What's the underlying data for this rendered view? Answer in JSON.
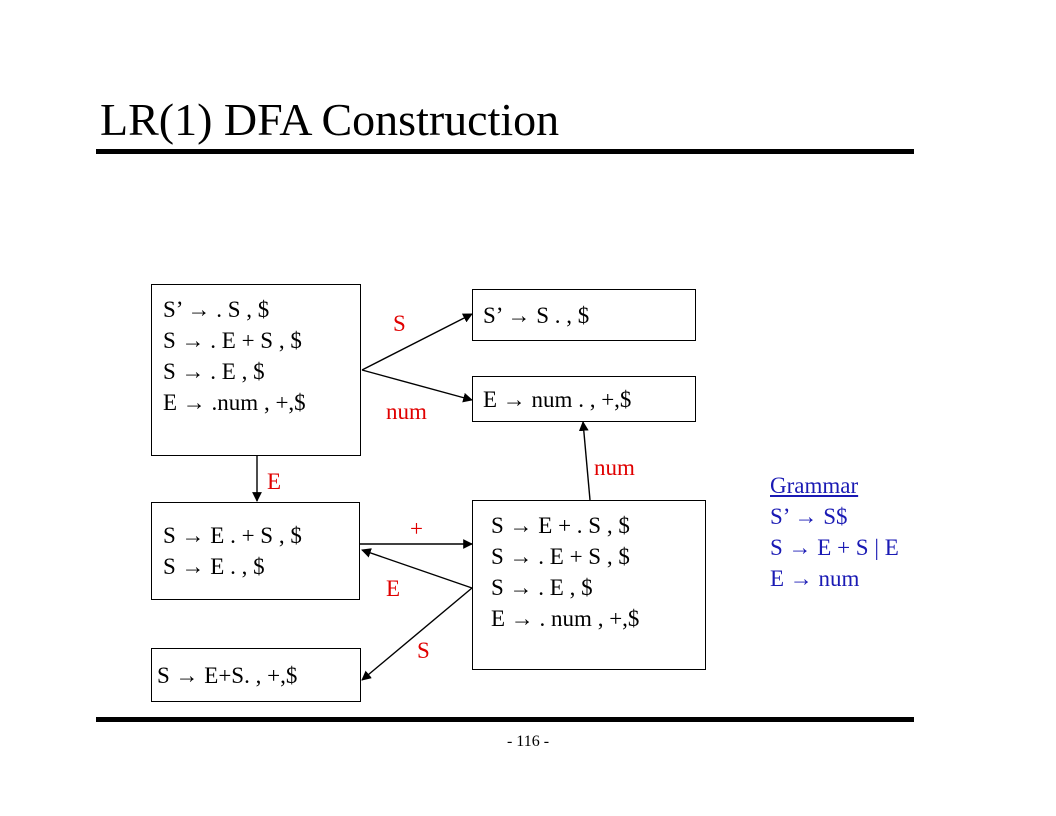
{
  "title": "LR(1) DFA Construction",
  "states": [
    {
      "id": "s0",
      "lines": [
        "S’ → . S , $",
        "S → . E + S , $",
        "S → . E , $",
        "E → .num , +,$"
      ]
    },
    {
      "id": "s1",
      "lines": [
        "S’ → S . , $"
      ]
    },
    {
      "id": "s2",
      "lines": [
        "E → num . , +,$"
      ]
    },
    {
      "id": "s3",
      "lines": [
        "S → E . + S , $",
        "S → E . , $"
      ]
    },
    {
      "id": "s4",
      "lines": [
        "S → E + . S , $",
        "S → . E + S , $",
        "S → . E , $",
        "E → . num , +,$"
      ]
    },
    {
      "id": "s5",
      "lines": [
        "S → E+S. , +,$"
      ]
    }
  ],
  "transitions": [
    {
      "label": "S"
    },
    {
      "label": "num"
    },
    {
      "label": "E"
    },
    {
      "label": "+"
    },
    {
      "label": "E"
    },
    {
      "label": "S"
    },
    {
      "label": "num"
    }
  ],
  "grammar": {
    "title": "Grammar",
    "rules": [
      "S’ → S$",
      "S → E + S | E",
      "E → num"
    ]
  },
  "page_number": "- 116 -",
  "colors": {
    "transition_label": "#e00000",
    "grammar_text": "#1a1ab4"
  }
}
